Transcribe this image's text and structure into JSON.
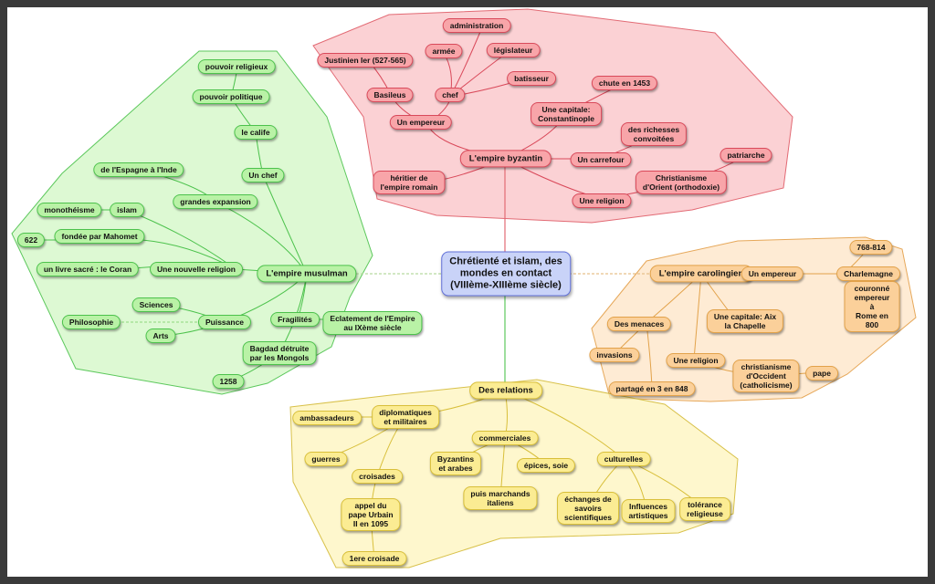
{
  "center": {
    "label": "Chrétienté et islam, des\nmondes en contact\n(VIIIème-XIIIème siècle)"
  },
  "byzantin": {
    "main": "L'empire byzantin",
    "administration": "administration",
    "armee": "armée",
    "legislateur": "législateur",
    "justinien": "Justinien Ier (527-565)",
    "batisseur": "batisseur",
    "basileus": "Basileus",
    "chef": "chef",
    "chute": "chute en 1453",
    "empereur": "Un empereur",
    "capitale": "Une capitale:\nConstantinople",
    "richesses": "des richesses\nconvoitées",
    "patriarche": "patriarche",
    "carrefour": "Un carrefour",
    "heritier": "héritier de\nl'empire romain",
    "christianisme": "Christianisme\nd'Orient (orthodoxie)",
    "religion": "Une religion"
  },
  "musulman": {
    "main": "L'empire musulman",
    "pouvoir_religieux": "pouvoir religieux",
    "pouvoir_politique": "pouvoir politique",
    "calife": "le calife",
    "chef": "Un chef",
    "espagne": "de l'Espagne à l'Inde",
    "expansion": "grandes expansion",
    "monotheisme": "monothéisme",
    "islam": "islam",
    "an622": "622",
    "mahomet": "fondée par Mahomet",
    "coran": "un livre sacré : le Coran",
    "religion": "Une nouvelle religion",
    "sciences": "Sciences",
    "philosophie": "Philosophie",
    "puissance": "Puissance",
    "arts": "Arts",
    "fragilites": "Fragilités",
    "eclatement": "Eclatement de l'Empire\nau IXème siècle",
    "bagdad": "Bagdad détruite\npar les Mongols",
    "an1258": "1258"
  },
  "carolingien": {
    "main": "L'empire carolingien",
    "empereur": "Un empereur",
    "dates": "768-814",
    "charlemagne": "Charlemagne",
    "couronne": "couronné empereur à\nRome en 800",
    "menaces": "Des menaces",
    "capitale": "Une capitale: Aix\nla Chapelle",
    "invasions": "invasions",
    "religion": "Une religion",
    "christianisme": "christianisme\nd'Occident\n(catholicisme)",
    "pape": "pape",
    "partage": "partagé en 3 en 848"
  },
  "relations": {
    "main": "Des relations",
    "ambassadeurs": "ambassadeurs",
    "diplomatiques": "diplomatiques\net militaires",
    "commerciales": "commerciales",
    "guerres": "guerres",
    "byzantins": "Byzantins\net arabes",
    "epices": "épices, soie",
    "culturelles": "culturelles",
    "croisades": "croisades",
    "italiens": "puis marchands\nitaliens",
    "appel": "appel du\npape Urbain\nII en 1095",
    "echanges": "échanges de\nsavoirs\nscientifiques",
    "influences": "Influences\nartistiques",
    "tolerance": "tolérance\nreligieuse",
    "croisade1": "1ere croisade"
  },
  "colors": {
    "red_zone": "#f9b3b8",
    "green_zone": "#c6f5b6",
    "orange_zone": "#fde0bd",
    "yellow_zone": "#fdf3b8",
    "center": "#c9d3f8"
  }
}
